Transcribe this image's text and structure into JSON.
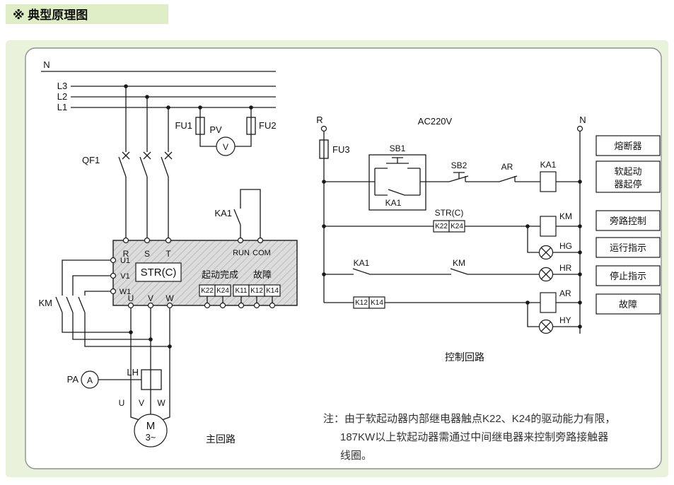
{
  "page": {
    "title": "※ 典型原理图"
  },
  "main": {
    "caption": "主回路",
    "n": "N",
    "l3": "L3",
    "l2": "L2",
    "l1": "L1",
    "qf1": "QF1",
    "fu1": "FU1",
    "fu2": "FU2",
    "pv": "PV",
    "pv_letter": "V",
    "ka1": "KA1",
    "km": "KM",
    "starter": {
      "r": "R",
      "s": "S",
      "t": "T",
      "run": "RUN",
      "com": "COM",
      "u1": "U1",
      "v1": "V1",
      "w1": "W1",
      "name": "STR(C)",
      "start_done": "起动完成",
      "fault": "故障",
      "k22": "K22",
      "k24": "K24",
      "k11": "K11",
      "k12": "K12",
      "k14": "K14",
      "u": "U",
      "v": "V",
      "w": "W"
    },
    "pa": "PA",
    "pa_letter": "A",
    "lh": "LH",
    "u": "U",
    "v": "V",
    "w": "W",
    "motor_m": "M",
    "motor_ph": "3~"
  },
  "control": {
    "caption": "控制回路",
    "r": "R",
    "n": "N",
    "voltage": "AC220V",
    "fu3": "FU3",
    "sb1": "SB1",
    "ka1_hold": "KA1",
    "sb2": "SB2",
    "ar_nc": "AR",
    "ka1_coil": "KA1",
    "str_name": "STR(C)",
    "k22": "K22",
    "k24": "K24",
    "km_coil": "KM",
    "hg": "HG",
    "ka1_no": "KA1",
    "km_no": "KM",
    "hr": "HR",
    "k12": "K12",
    "k14": "K14",
    "ar_coil": "AR",
    "hy": "HY"
  },
  "legend": {
    "boxes": [
      {
        "lines": [
          "熔断器"
        ]
      },
      {
        "lines": [
          "软起动",
          "器起停"
        ]
      },
      {
        "lines": [
          "旁路控制"
        ]
      },
      {
        "lines": [
          "运行指示"
        ]
      },
      {
        "lines": [
          "停止指示"
        ]
      },
      {
        "lines": [
          "故障"
        ]
      }
    ]
  },
  "note": {
    "line1": "注：由于软起动器内部继电器触点K22、K24的驱动能力有限，",
    "line2": "187KW以上软起动器需通过中间继电器来控制旁路接触器",
    "line3": "线圈。"
  }
}
